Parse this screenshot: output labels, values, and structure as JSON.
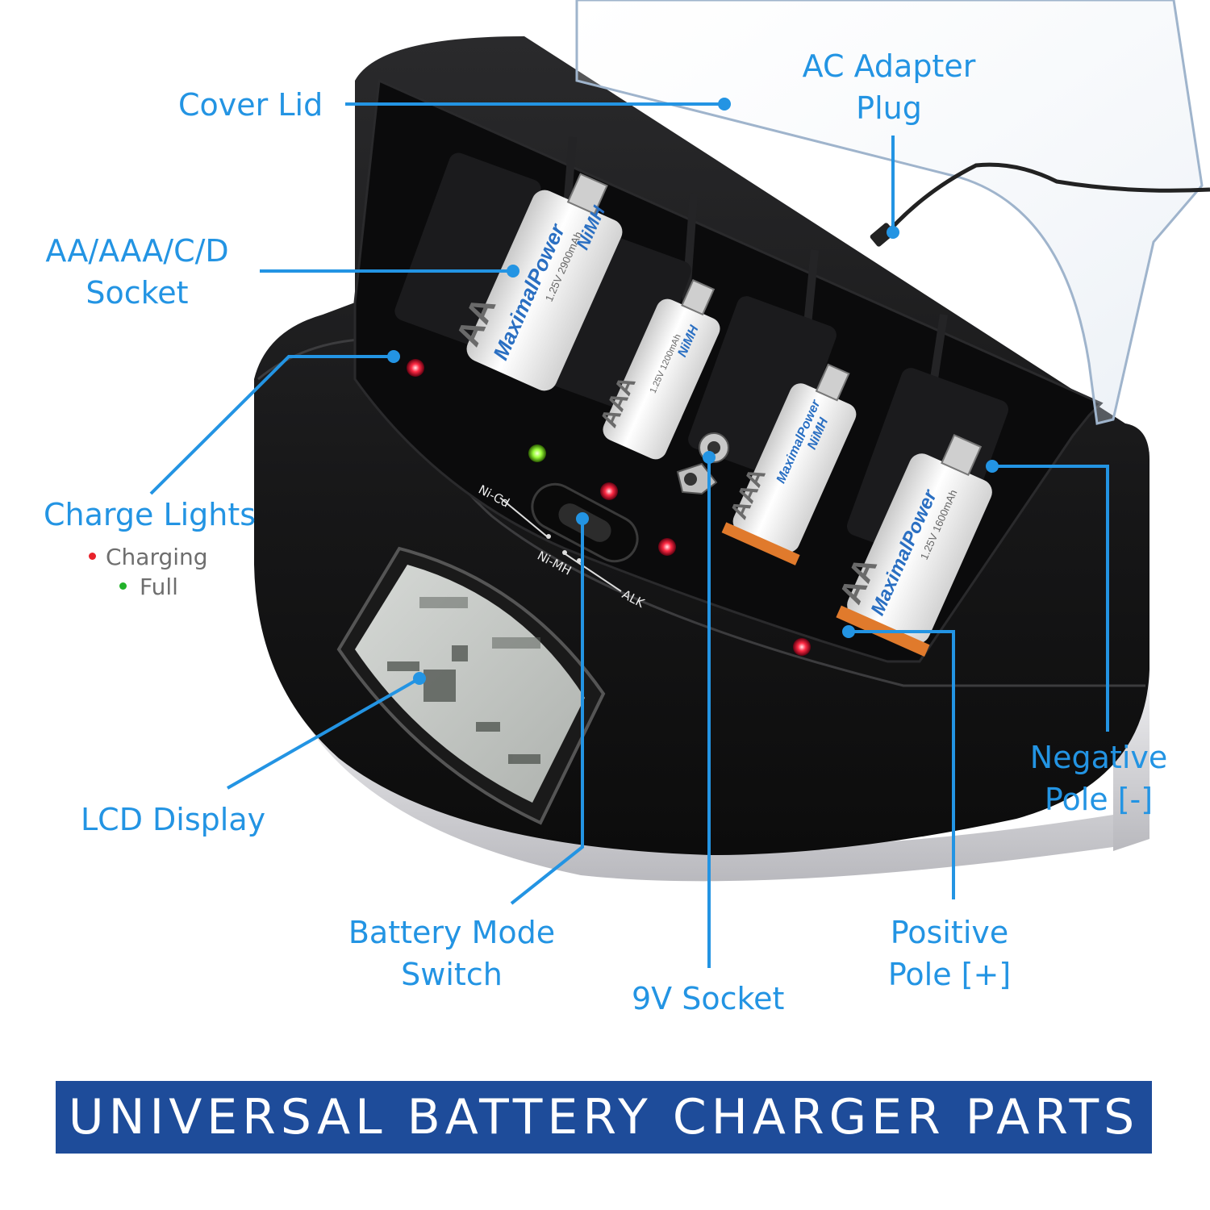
{
  "labels": {
    "cover_lid": "Cover Lid",
    "ac_adapter": [
      "AC Adapter",
      "Plug"
    ],
    "socket": [
      "AA/AAA/C/D",
      "Socket"
    ],
    "charge_lights": "Charge Lights",
    "legend": [
      {
        "text": "Charging",
        "color": "#e8212a"
      },
      {
        "text": "Full",
        "color": "#22b22a"
      }
    ],
    "lcd_display": "LCD Display",
    "battery_mode": [
      "Battery Mode",
      "Switch"
    ],
    "nine_v_socket": "9V Socket",
    "positive_pole": [
      "Positive",
      "Pole [+]"
    ],
    "negative_pole": [
      "Negative",
      "Pole [-]"
    ]
  },
  "switch_labels": {
    "nicd": "Ni-Cd",
    "nimh": "Ni-MH",
    "alk": "ALK"
  },
  "battery_text": {
    "brand": "MaximalPower",
    "aa_size": "AA",
    "aaa_size": "AAA",
    "chem": "NiMH",
    "spec_1": "1.25V 2900mAh",
    "spec_2": "1.25V 1200mAh",
    "spec_3": "1.25V 1600mAh"
  },
  "banner": "UNIVERSAL BATTERY CHARGER PARTS",
  "colors": {
    "accent": "#2394e3",
    "banner_bg": "#1e4c9a",
    "led_red": "#ff2a44",
    "led_green": "#9bff3a"
  }
}
